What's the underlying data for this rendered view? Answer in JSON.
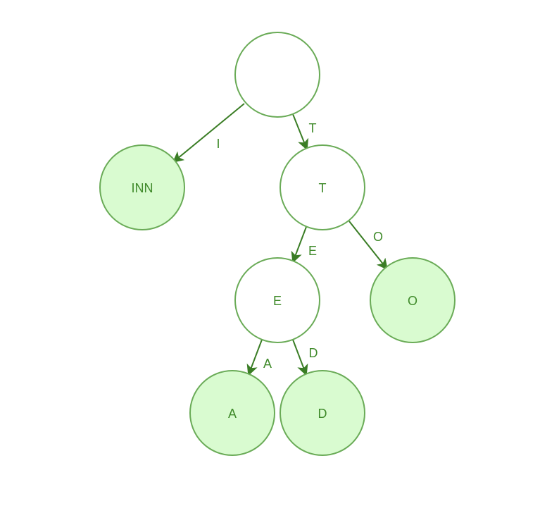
{
  "diagram": {
    "colors": {
      "stroke": "#6aab57",
      "leaf_fill": "#d9fbd0",
      "inner_fill": "#ffffff",
      "arrow": "#3a7d25",
      "text": "#3f8a2a"
    },
    "nodes": [
      {
        "id": "root",
        "label": "",
        "leaf": false
      },
      {
        "id": "inn",
        "label": "INN",
        "leaf": true
      },
      {
        "id": "t",
        "label": "T",
        "leaf": false
      },
      {
        "id": "e",
        "label": "E",
        "leaf": false
      },
      {
        "id": "o",
        "label": "O",
        "leaf": true
      },
      {
        "id": "a",
        "label": "A",
        "leaf": true
      },
      {
        "id": "d",
        "label": "D",
        "leaf": true
      }
    ],
    "edges": [
      {
        "from": "root",
        "to": "inn",
        "label": "I"
      },
      {
        "from": "root",
        "to": "t",
        "label": "T"
      },
      {
        "from": "t",
        "to": "e",
        "label": "E"
      },
      {
        "from": "t",
        "to": "o",
        "label": "O"
      },
      {
        "from": "e",
        "to": "a",
        "label": "A"
      },
      {
        "from": "e",
        "to": "d",
        "label": "D"
      }
    ]
  }
}
